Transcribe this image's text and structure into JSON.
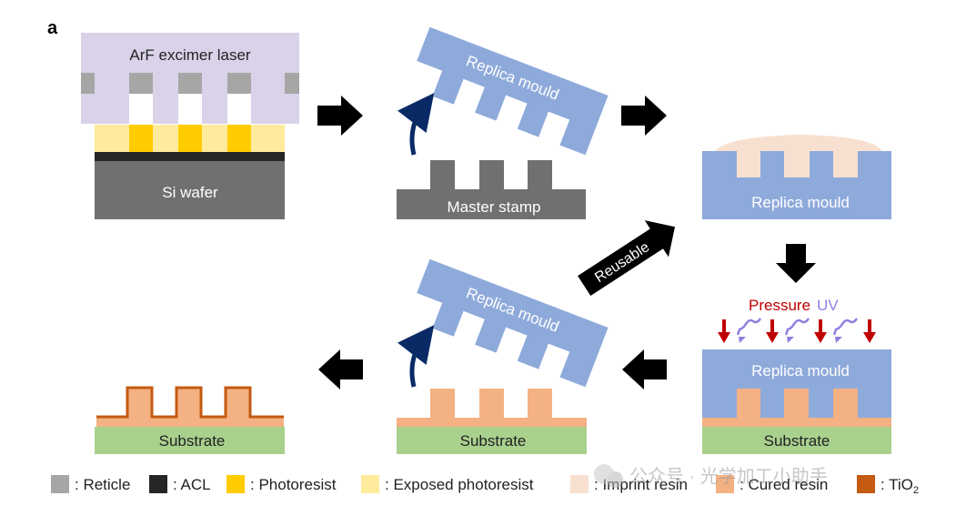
{
  "panel_label": "a",
  "colors": {
    "laser": "#d9d2e9",
    "reticle": "#a6a6a6",
    "acl": "#262626",
    "photoresist": "#ffcc00",
    "exposed_photoresist": "#ffeb9c",
    "si_wafer": "#707070",
    "master": "#707070",
    "mould": "#8eaadb",
    "imprint_resin": "#f8e0d0",
    "cured_resin": "#f4b183",
    "tio2": "#c55a11",
    "substrate": "#a9d18e",
    "arrow": "#000000",
    "rotate_arrow": "#0a2a66",
    "pressure": "#c00000",
    "uv": "#8f7fe0"
  },
  "steps": {
    "step1": {
      "laser_label": "ArF excimer laser",
      "wafer_label": "Si wafer"
    },
    "step2": {
      "mould_label": "Replica mould",
      "master_label": "Master stamp"
    },
    "step3": {
      "mould_label": "Replica mould"
    },
    "step4": {
      "pressure_label": "Pressure",
      "uv_label": "UV",
      "mould_label": "Replica mould",
      "substrate_label": "Substrate"
    },
    "step5": {
      "mould_label": "Replica mould",
      "substrate_label": "Substrate"
    },
    "step6": {
      "substrate_label": "Substrate"
    },
    "reusable_label": "Reusable"
  },
  "legend": [
    {
      "key": "reticle",
      "text": ": Reticle",
      "color": "#a6a6a6"
    },
    {
      "key": "acl",
      "text": ": ACL",
      "color": "#262626"
    },
    {
      "key": "photoresist",
      "text": ": Photoresist",
      "color": "#ffcc00"
    },
    {
      "key": "exposed",
      "text": ": Exposed photoresist",
      "color": "#ffeb9c"
    },
    {
      "key": "imprint",
      "text": ": Imprint resin",
      "color": "#f8e0d0"
    },
    {
      "key": "cured",
      "text": ": Cured resin",
      "color": "#f4b183"
    },
    {
      "key": "tio2",
      "text": ": TiO",
      "sub": "2",
      "color": "#c55a11"
    }
  ],
  "watermark": "公众号 · 光学加工小助手"
}
